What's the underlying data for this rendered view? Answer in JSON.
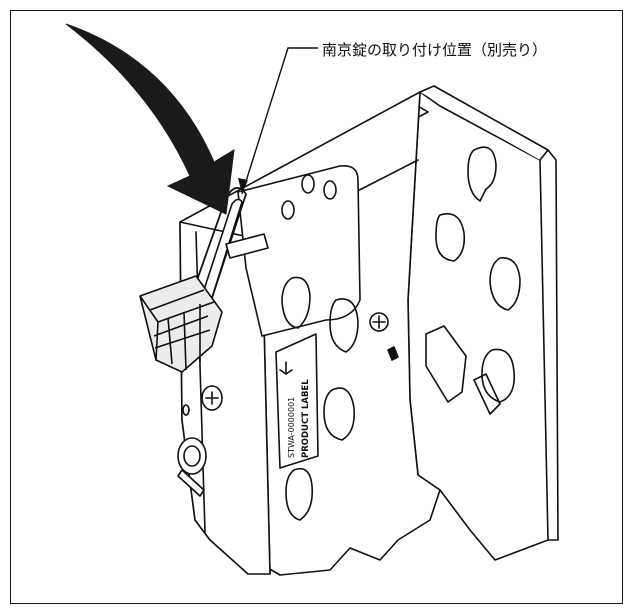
{
  "callout": {
    "text": "南京錠の取り付け位置（別売り）"
  },
  "label_plate": {
    "product_label": "PRODUCT LABEL",
    "part_number": "STWA-0000001"
  },
  "colors": {
    "line": "#111111",
    "fill": "#ffffff",
    "arrow": "#1a1a1a",
    "lock": "#ededed"
  }
}
